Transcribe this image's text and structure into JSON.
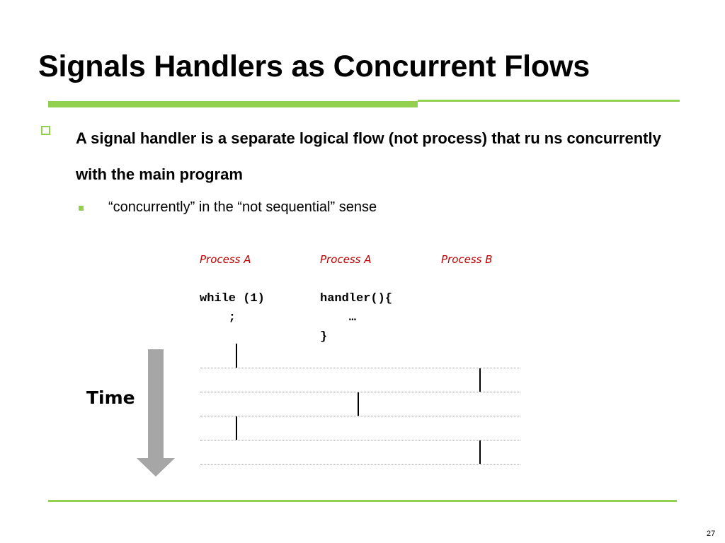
{
  "slide": {
    "title": "Signals Handlers as Concurrent Flows",
    "bullet1": "A signal handler is a separate logical flow (not process) that ru ns concurrently with the main program",
    "bullet2": "“concurrently” in the “not sequential” sense",
    "page_number": "27"
  },
  "diagram": {
    "process_labels": [
      "Process A",
      "Process A",
      "Process B"
    ],
    "code_main": "while (1)\n    ;",
    "code_handler": "handler(){\n    …\n}",
    "time_label": "Time"
  },
  "colors": {
    "accent_green": "#92d050",
    "label_red": "#c00000",
    "arrow_gray": "#a6a6a6"
  }
}
